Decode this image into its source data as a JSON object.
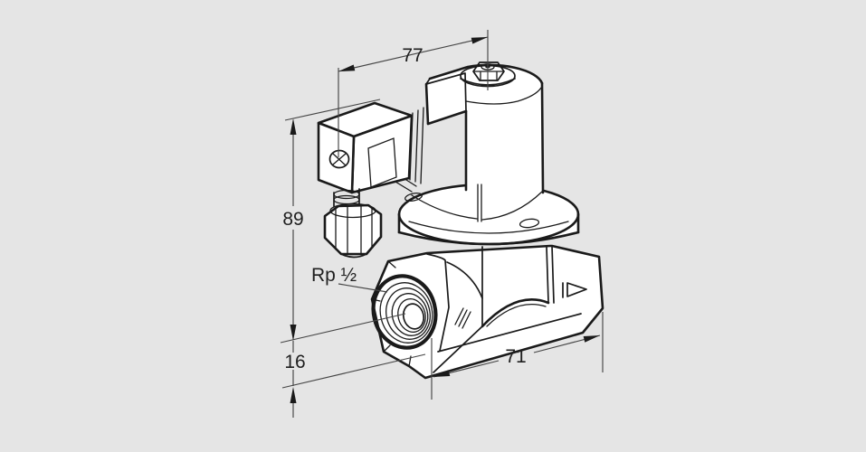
{
  "drawing": {
    "background_color": "#e5e5e5",
    "line_color": "#1a1a1a",
    "dimension_line_color": "#454545",
    "dimensions": {
      "coil_width": "77",
      "height_to_port_axis": "89",
      "port_axis_to_bottom": "16",
      "body_length": "71"
    },
    "port_thread_label": "Rp ½"
  }
}
